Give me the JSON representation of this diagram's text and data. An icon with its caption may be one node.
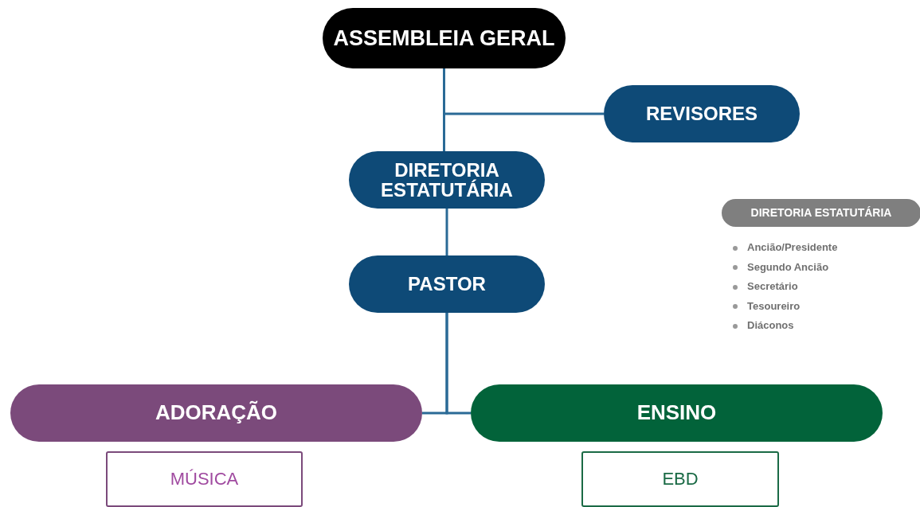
{
  "diagram": {
    "nodes": [
      {
        "text": [
          "ASSEMBLEIA GERAL"
        ]
      },
      {
        "text": [
          "REVISORES"
        ]
      },
      {
        "text": [
          "DIRETORIA ESTATUTÁRIA"
        ]
      },
      {
        "text": [
          "PASTOR"
        ]
      },
      {
        "text": [
          "ADORAÇÃO"
        ]
      },
      {
        "text": [
          "ENSINO"
        ]
      },
      {
        "text": [
          "MÚSICA"
        ]
      },
      {
        "text": [
          "EBD"
        ]
      },
      {
        "text": [
          "DIRETORIA ESTATUTÁRIA"
        ],
        "beside": [
          "Ancião/Presidente",
          "Segundo Ancião",
          "Secretário",
          "Tesoureiro",
          "Diáconos"
        ]
      }
    ],
    "edges": [
      {
        "from": 0,
        "to": 1,
        "arrow": "none"
      },
      {
        "from": 0,
        "to": 2,
        "arrow": "none"
      },
      {
        "from": 2,
        "to": 3,
        "arrow": "none"
      },
      {
        "from": 3,
        "to": 4,
        "arrow": "none"
      },
      {
        "from": 3,
        "to": 5,
        "arrow": "none"
      }
    ]
  }
}
